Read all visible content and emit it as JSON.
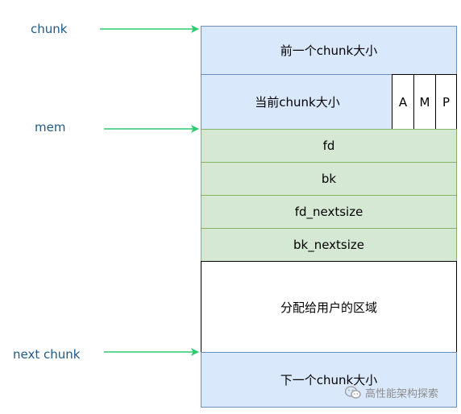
{
  "labels": {
    "chunk": "chunk",
    "mem": "mem",
    "next_chunk": "next chunk"
  },
  "blocks": {
    "prev_size": "前一个chunk大小",
    "cur_size": "当前chunk大小",
    "flag_a": "A",
    "flag_m": "M",
    "flag_p": "P",
    "fd": "fd",
    "bk": "bk",
    "fd_nextsize": "fd_nextsize",
    "bk_nextsize": "bk_nextsize",
    "user_area": "分配给用户的区域",
    "next_size": "下一个chunk大小"
  },
  "watermark": {
    "text": "高性能架构探索",
    "icon": "wechat-icon"
  },
  "colors": {
    "arrow": "#2ecc71",
    "label": "#1f5a8a",
    "blue_fill": "#dae8fc",
    "blue_border": "#6c8ebf",
    "green_fill": "#d5e8d4",
    "green_border": "#82b366"
  }
}
